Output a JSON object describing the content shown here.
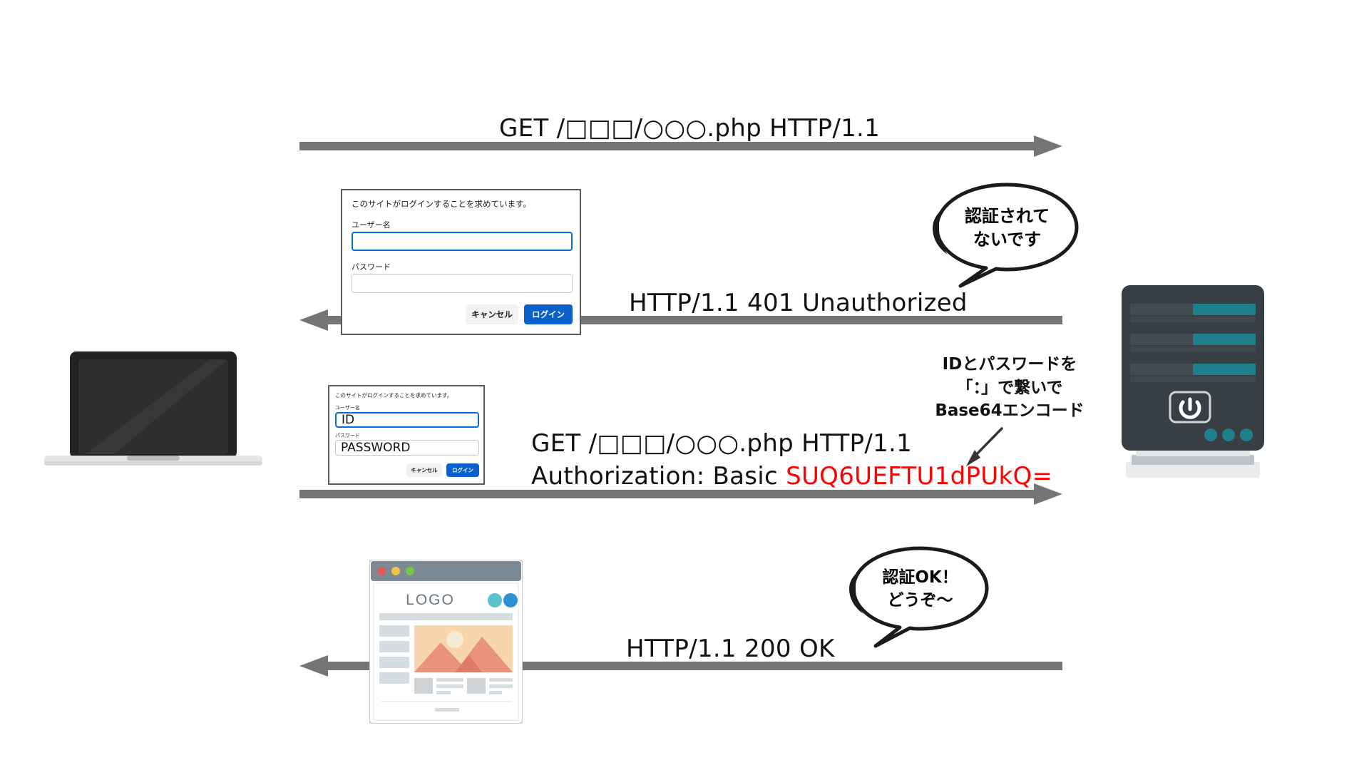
{
  "diagram": {
    "title": "HTTP Basic Authentication Sequence",
    "background": "#ffffff",
    "accent_arrow_color": "#757575",
    "red_token_color": "#ff0000"
  },
  "messages": [
    {
      "id": "req-1",
      "direction": "client-to-server",
      "label": "GET /□□□/○○○.php HTTP/1.1"
    },
    {
      "id": "res-401",
      "direction": "server-to-client",
      "label": "HTTP/1.1 401 Unauthorized"
    },
    {
      "id": "req-2-line1",
      "direction": "client-to-server",
      "label": "GET /□□□/○○○.php HTTP/1.1"
    },
    {
      "id": "req-2-line2",
      "direction": "client-to-server",
      "label_prefix": "Authorization: Basic ",
      "label_token": "SUQ6UEFTU1dPUkQ="
    },
    {
      "id": "res-200",
      "direction": "server-to-client",
      "label": "HTTP/1.1 200 OK"
    }
  ],
  "login_dialog_empty": {
    "title": "このサイトがログインすることを求めています。",
    "username_label": "ユーザー名",
    "username_value": "",
    "password_label": "パスワード",
    "password_value": "",
    "cancel_label": "キャンセル",
    "login_label": "ログイン"
  },
  "login_dialog_filled": {
    "title": "このサイトがログインすることを求めています。",
    "username_label": "ユーザー名",
    "username_value": "ID",
    "password_label": "パスワード",
    "password_value": "PASSWORD",
    "cancel_label": "キャンセル",
    "login_label": "ログイン"
  },
  "bubbles": [
    {
      "id": "bubble-unauthorized",
      "text": "認証されて\nないです"
    },
    {
      "id": "bubble-ok",
      "text": "認証OK！\nどうぞ～"
    }
  ],
  "note": {
    "id": "note-base64",
    "text": "IDとパスワードを\n「：」で繋いで\nBase64エンコード"
  },
  "browser_mockup": {
    "logo_text": "LOGO",
    "titlebar_dots": [
      "#e05b5b",
      "#edc642",
      "#79c44d"
    ],
    "badge_colors": [
      "#58c2cf",
      "#2f8fd6"
    ],
    "hero_colors": [
      "#f9d5ac",
      "#e8937a",
      "#de7a66"
    ]
  },
  "devices": {
    "laptop": {
      "name": "client-laptop",
      "screen_color": "#2b2b2b",
      "body_color": "#e3e3e3"
    },
    "server": {
      "name": "web-server",
      "body_color": "#3a4248",
      "led_color": "#1f7f8c"
    }
  }
}
